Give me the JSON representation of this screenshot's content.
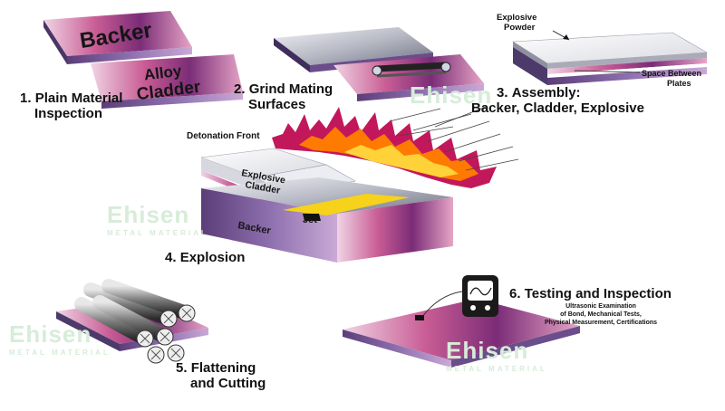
{
  "steps": {
    "s1": {
      "num": "1.",
      "line1": "Plain Material",
      "line2": "Inspection",
      "plate_backer": "Backer",
      "plate_alloy": "Alloy",
      "plate_cladder": "Cladder"
    },
    "s2": {
      "num": "2.",
      "line1": "Grind Mating",
      "line2": "Surfaces"
    },
    "s3": {
      "num": "3.",
      "line1": "Assembly:",
      "line2": "Backer, Cladder, Explosive",
      "callout_powder_1": "Explosive",
      "callout_powder_2": "Powder",
      "callout_space_1": "Space Between",
      "callout_space_2": "Plates"
    },
    "s4": {
      "num": "4.",
      "line1": "Explosion",
      "front_label": "Detonation Front",
      "explosive": "Explosive",
      "cladder": "Cladder",
      "backer": "Backer",
      "jet": "Jet"
    },
    "s5": {
      "num": "5.",
      "line1": "Flattening",
      "line2": "and Cutting"
    },
    "s6": {
      "num": "6.",
      "line1": "Testing and Inspection",
      "detail1": "Ultrasonic Examination",
      "detail2": "of Bond, Mechanical Tests,",
      "detail3": "Physical Measurement, Certifications"
    }
  },
  "watermark": {
    "brand": "Ehisen",
    "sub": "METAL MATERIAL"
  },
  "colors": {
    "plate_gray": "#b9bcc6",
    "clad_purple": "#8a2d7a",
    "clad_pink": "#d77fa8",
    "flame_magenta": "#c2185b",
    "flame_orange": "#ff8a00",
    "jet_yellow": "#f6d21a",
    "watermark_green": "#cfe8d1"
  }
}
